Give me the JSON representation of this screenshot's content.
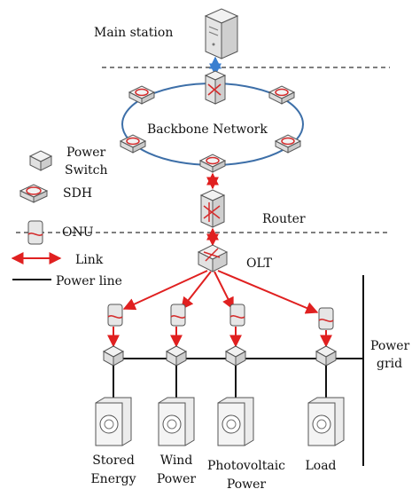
{
  "labels": {
    "main_station": "Main station",
    "backbone": "Backbone Network",
    "router": "Router",
    "olt": "OLT",
    "power_grid_1": "Power",
    "power_grid_2": "grid"
  },
  "legend": {
    "power_switch_1": "Power",
    "power_switch_2": "Switch",
    "sdh": "SDH",
    "onu": "ONU",
    "link": "Link",
    "power_line": "Power line"
  },
  "sources": [
    {
      "line1": "Stored",
      "line2": "Energy"
    },
    {
      "line1": "Wind",
      "line2": "Power"
    },
    {
      "line1": "Photovoltaic",
      "line2": "Power"
    },
    {
      "line1": "Load",
      "line2": ""
    }
  ],
  "colors": {
    "link": "#e02020",
    "uplink": "#3a7fd0",
    "ring": "#3d6fa8",
    "power_line": "#111111",
    "device_fill": "#ececec",
    "device_stroke": "#555555",
    "sdh_ring": "#d42c2c"
  }
}
